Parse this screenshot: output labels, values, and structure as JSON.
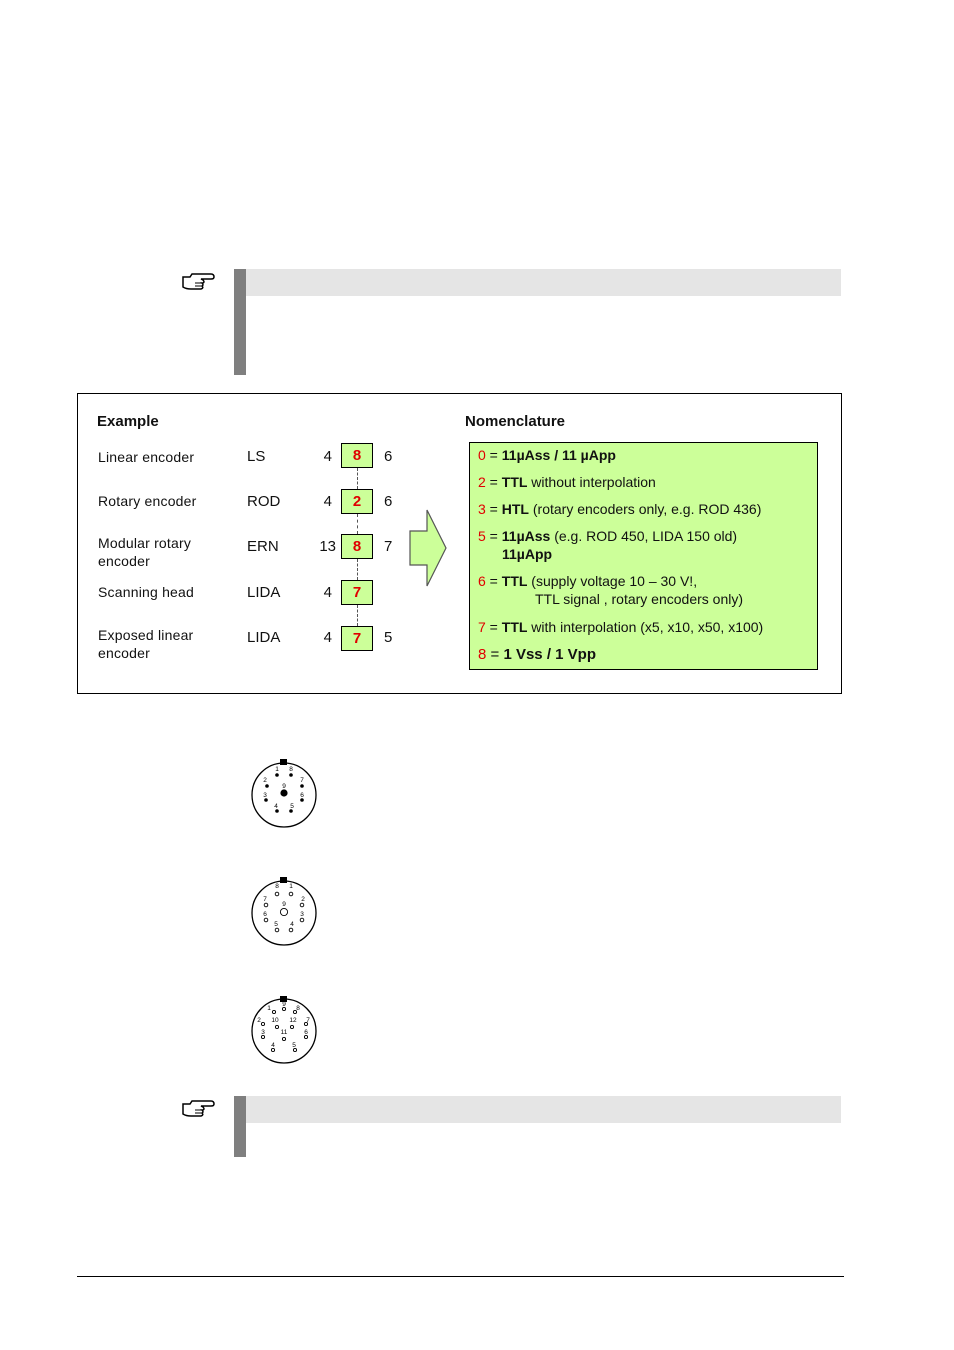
{
  "example": {
    "heading": "Example",
    "rows": [
      {
        "label": "Linear encoder",
        "type": "LS",
        "n1": "4",
        "code": "8",
        "n3": "6"
      },
      {
        "label": "Rotary encoder",
        "type": "ROD",
        "n1": "4",
        "code": "2",
        "n3": "6"
      },
      {
        "label": "Modular rotary encoder",
        "type": "ERN",
        "n1": "13",
        "code": "8",
        "n3": "7"
      },
      {
        "label": "Scanning head",
        "type": "LIDA",
        "n1": "4",
        "code": "7",
        "n3": ""
      },
      {
        "label": "Exposed linear encoder",
        "type": "LIDA",
        "n1": "4",
        "code": "7",
        "n3": "5"
      }
    ]
  },
  "nomenclature": {
    "heading": "Nomenclature",
    "items": [
      {
        "code": "0",
        "eq": " = ",
        "bold": "11µAss / 11 µApp",
        "rest": ""
      },
      {
        "code": "2",
        "eq": " = ",
        "bold": "TTL",
        "rest": " without interpolation"
      },
      {
        "code": "3",
        "eq": " = ",
        "bold": "HTL",
        "rest": " (rotary encoders only, e.g. ROD 436)"
      },
      {
        "code": "5",
        "eq": " = ",
        "bold": "11µAss",
        "rest": " (e.g. ROD 450, LIDA 150 old)",
        "line2": "11µApp"
      },
      {
        "code": "6",
        "eq": " = ",
        "bold": "TTL",
        "rest": " (supply voltage 10 – 30 V!,",
        "line2": "TTL signal , rotary encoders only)"
      },
      {
        "code": "7",
        "eq": " = ",
        "bold": "TTL",
        "rest": " with interpolation (x5, x10, x50, x100)"
      },
      {
        "code": "8",
        "eq": " = ",
        "bold": "1 Vss  / 1 Vpp",
        "rest": ""
      }
    ]
  },
  "connectors": [
    {
      "pins": [
        "1",
        "2",
        "3",
        "4",
        "5",
        "6",
        "7",
        "8",
        "9"
      ]
    },
    {
      "pins": [
        "1",
        "2",
        "3",
        "4",
        "5",
        "6",
        "7",
        "8",
        "9"
      ]
    },
    {
      "pins": [
        "1",
        "2",
        "3",
        "4",
        "5",
        "6",
        "7",
        "8",
        "9",
        "10",
        "11",
        "12"
      ]
    }
  ]
}
